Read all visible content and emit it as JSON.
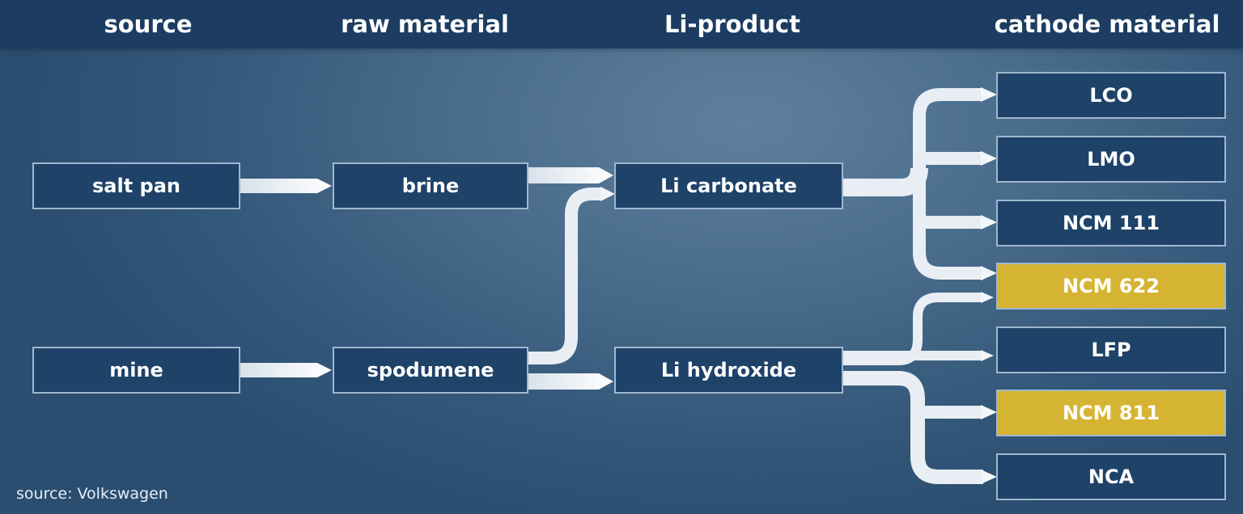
{
  "header": {
    "col_source": "source",
    "col_raw": "raw material",
    "col_product": "Li-product",
    "col_cathode": "cathode material"
  },
  "nodes": {
    "salt_pan": "salt pan",
    "mine": "mine",
    "brine": "brine",
    "spodumene": "spodumene",
    "li_carbonate": "Li carbonate",
    "li_hydroxide": "Li hydroxide",
    "lco": "LCO",
    "lmo": "LMO",
    "ncm111": "NCM 111",
    "ncm622": "NCM 622",
    "lfp": "LFP",
    "ncm811": "NCM 811",
    "nca": "NCA"
  },
  "highlighted": [
    "NCM 622",
    "NCM 811"
  ],
  "colors": {
    "header_bg": "#1c3d61",
    "node_bg": "#1e4268",
    "node_border": "#9fb8cf",
    "highlight_bg": "#d6b433",
    "arrow": "#e8eef3"
  },
  "footer": {
    "source": "source: Volkswagen"
  }
}
